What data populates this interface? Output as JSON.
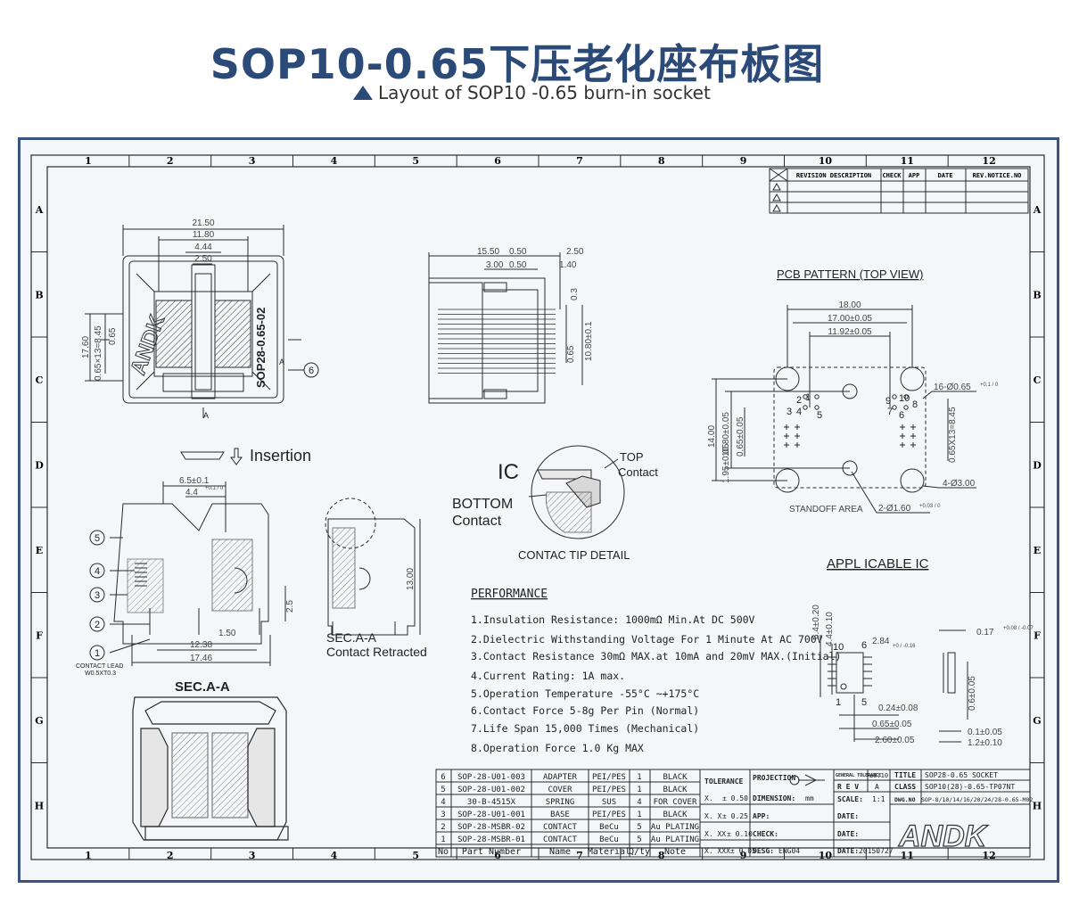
{
  "header": {
    "title": "SOP10-0.65下压老化座布板图",
    "subtitle": "Layout of SOP10 -0.65 burn-in socket"
  },
  "colors": {
    "accent": "#2b4a78",
    "line": "#2a2a2a",
    "sheet": "#f4f6f9"
  },
  "grid": {
    "cols": [
      "1",
      "2",
      "3",
      "4",
      "5",
      "6",
      "7",
      "8",
      "9",
      "10",
      "11",
      "12"
    ],
    "rows": [
      "A",
      "B",
      "C",
      "D",
      "E",
      "F",
      "G",
      "H"
    ]
  },
  "revision_table": {
    "headers": [
      "REVISION DESCRIPTION",
      "CHECK",
      "APP",
      "DATE",
      "REV.NOTICE.NO"
    ]
  },
  "top_view": {
    "dims": [
      "21.50",
      "11.80",
      "4.44",
      "2.50",
      "17.60",
      "0.65×13=8.45",
      "0.65"
    ],
    "label": "SOP28-0.65-02",
    "section": "A",
    "callout": "6"
  },
  "side_view": {
    "dims": [
      "15.50",
      "0.50",
      "2.50",
      "3.00",
      "0.50",
      "1.40",
      "0.3",
      "0.65",
      "10.80±0.1"
    ]
  },
  "pcb": {
    "title": "PCB PATTERN (TOP VIEW)",
    "dims": [
      "18.00",
      "17.00±0.05",
      "11.92±0.05",
      "14.00",
      "10.80±0.05",
      "0.65±0.05",
      "1.95±0.05",
      "0.65X13=8.45"
    ],
    "holes": "16-Ø0.65",
    "holes_tol": "+0.1 / 0",
    "mount": "4-Ø3.00",
    "standoff": "STANDOFF AREA",
    "pins_note": "2-Ø1.60",
    "pins_tol": "+0.03 / 0",
    "pins": [
      "1",
      "2",
      "3",
      "4",
      "5",
      "6",
      "7",
      "8",
      "9",
      "10"
    ]
  },
  "insertion": {
    "label": "Insertion"
  },
  "section_view": {
    "dims": [
      "6.5±0.1",
      "4.4",
      "12.38",
      "1.50",
      "17.46",
      "2.5"
    ],
    "dim_tol": "+0.1 / 0",
    "callouts": [
      "5",
      "4",
      "3",
      "2",
      "1"
    ],
    "lead_note_1": "CONTACT LEAD",
    "lead_note_2": "W0.5XT0.3"
  },
  "retracted_view": {
    "dim": "13.00",
    "label_1": "SEC.A-A",
    "label_2": "Contact Retracted"
  },
  "section_aa": {
    "label": "SEC.A-A"
  },
  "contact_detail": {
    "ic": "IC",
    "top_1": "TOP",
    "top_2": "Contact",
    "bottom_1": "BOTTOM",
    "bottom_2": "Contact",
    "title": "CONTAC TIP DETAIL"
  },
  "performance": {
    "title": "PERFORMANCE",
    "items": [
      "1.Insulation Resistance: 1000mΩ Min.At DC 500V",
      "2.Dielectric Withstanding Voltage For 1 Minute At AC 700V",
      "3.Contact Resistance 30mΩ MAX.at 10mA and 20mV MAX.(Initial)",
      "4.Current Rating: 1A max.",
      "5.Operation Temperature -55°C ~+175°C",
      "6.Contact Force 5-8g Per Pin (Normal)",
      "7.Life Span 15,000 Times (Mechanical)",
      "8.Operation Force 1.0 Kg MAX"
    ]
  },
  "applicable_ic": {
    "title": "APPL ICABLE IC",
    "dims": [
      "6.4±0.20",
      "4.4±0.10",
      "2.84",
      "0.24±0.08",
      "0.65±0.05",
      "2.60±0.05",
      "0.17",
      "0.6±0.05",
      "0.1±0.05",
      "1.2±0.10"
    ],
    "tol_284": "+0 / -0.16",
    "tol_017": "+0.08 / -0.07",
    "pins": [
      "10",
      "6",
      "1",
      "5"
    ]
  },
  "bom": {
    "headers": [
      "No",
      "Part Number",
      "Name",
      "Material",
      "Q/ty",
      "Note"
    ],
    "rows": [
      [
        "6",
        "SOP-28-U01-003",
        "ADAPTER",
        "PEI/PES",
        "1",
        "BLACK"
      ],
      [
        "5",
        "SOP-28-U01-002",
        "COVER",
        "PEI/PES",
        "1",
        "BLACK"
      ],
      [
        "4",
        "30-B-4515X",
        "SPRING",
        "SUS",
        "4",
        "FOR COVER"
      ],
      [
        "3",
        "SOP-28-U01-001",
        "BASE",
        "PEI/PES",
        "1",
        "BLACK"
      ],
      [
        "2",
        "SOP-28-MSBR-02",
        "CONTACT",
        "BeCu",
        "5",
        "Au PLATING"
      ],
      [
        "1",
        "SOP-28-MSBR-01",
        "CONTACT",
        "BeCu",
        "5",
        "Au PLATING"
      ]
    ]
  },
  "title_block": {
    "tolerance": "TOLERANCE",
    "tol_rows": [
      [
        "X.",
        "± 0.50"
      ],
      [
        "X. X",
        "± 0.25"
      ],
      [
        "X. XX",
        "± 0.10"
      ],
      [
        "X. XXX",
        "± 0.05"
      ]
    ],
    "projection": "PROJECTION",
    "dimension": "DIMENSION:",
    "unit": "mm",
    "scale_label": "SCALE:",
    "scale": "1:1",
    "app": "APP:",
    "check": "CHECK:",
    "desg": "DESG:",
    "designer": "ENG04",
    "general_tol": "GENERAL TOLERANCE",
    "general_tol_val": "±0.10",
    "rev_label": "R E V",
    "rev": "A",
    "date_label": "DATE:",
    "date": "20150727",
    "title_label": "TITLE",
    "title": "SOP28-0.65 SOCKET",
    "class_label": "CLASS",
    "class": "SOP10(28)-0.65-TP07NT",
    "dwg_label": "DWG.NO",
    "dwg": "SOP-8/10/14/16/20/24/28-0.65-M02",
    "logo": "ANDK"
  }
}
